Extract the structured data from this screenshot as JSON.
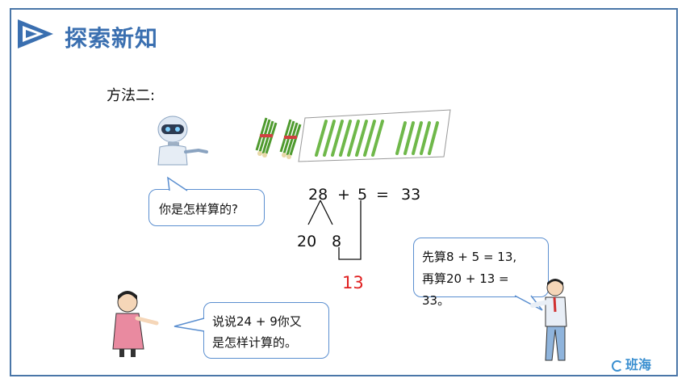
{
  "header": {
    "title": "探索新知"
  },
  "method_label": "方法二:",
  "equation": {
    "a": "28",
    "plus": "+",
    "b": "5",
    "equals": "=",
    "result": "33",
    "split_left": "20",
    "split_right": "8",
    "partial": "13"
  },
  "bubbles": {
    "robot": "你是怎样算的?",
    "boy_line1": "先算8 + 5 = 13,",
    "boy_line2": "再算20 + 13 = 33。",
    "girl_line1": "说说24 + 9你又",
    "girl_line2": "是怎样计算的。"
  },
  "logo": {
    "text": "班海"
  },
  "colors": {
    "accent": "#3a6fb0",
    "frame": "#4a76a8",
    "bubble_border": "#5b8fd0",
    "highlight": "#e02020",
    "stick": "#6fb84a"
  },
  "icons": [
    "arrow-logo-icon",
    "robot-icon",
    "counting-sticks-icon",
    "girl-icon",
    "boy-icon",
    "banhai-logo-icon"
  ]
}
